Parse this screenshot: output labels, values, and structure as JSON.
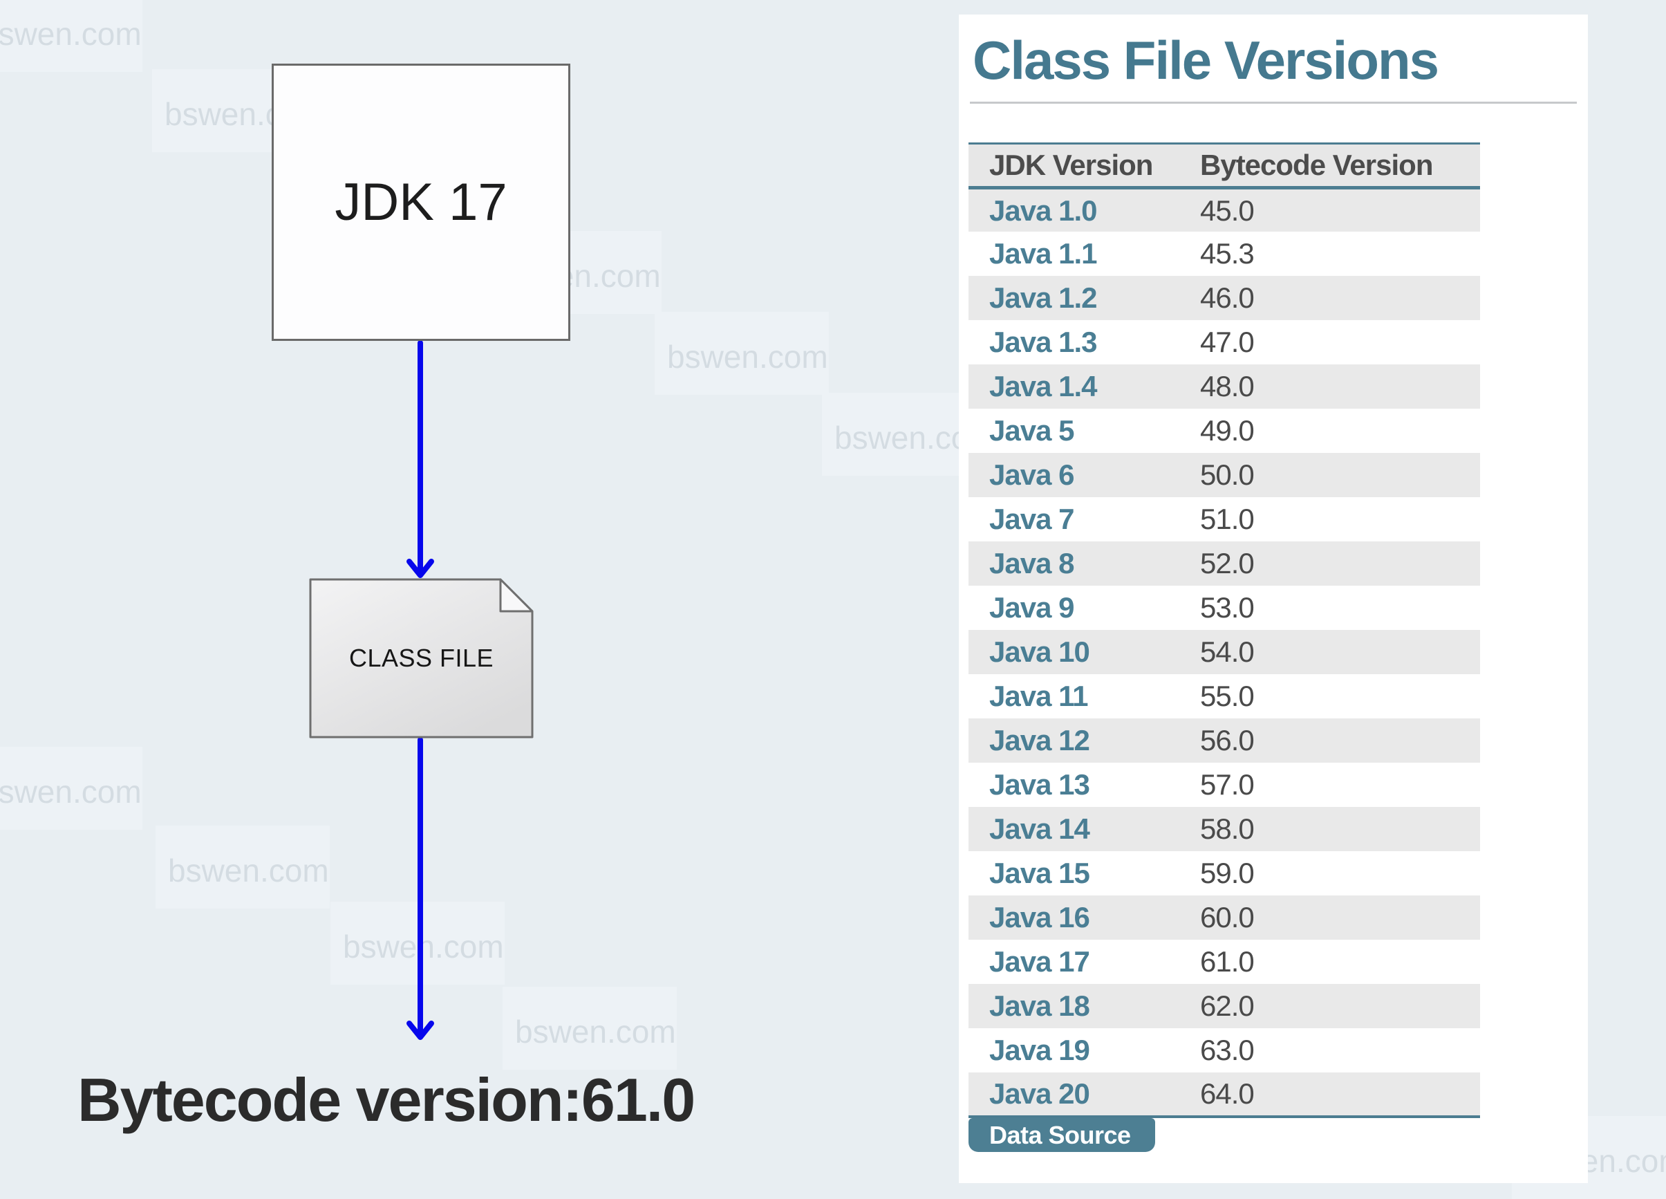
{
  "diagram": {
    "jdk_box_label": "JDK 17",
    "class_file_label": "CLASS FILE",
    "result_label": "Bytecode version:61.0"
  },
  "panel": {
    "title": "Class File Versions",
    "table": {
      "headers": [
        "JDK Version",
        "Bytecode Version"
      ],
      "rows": [
        {
          "jdk": "Java 1.0",
          "bytecode": "45.0"
        },
        {
          "jdk": "Java 1.1",
          "bytecode": "45.3"
        },
        {
          "jdk": "Java 1.2",
          "bytecode": "46.0"
        },
        {
          "jdk": "Java 1.3",
          "bytecode": "47.0"
        },
        {
          "jdk": "Java 1.4",
          "bytecode": "48.0"
        },
        {
          "jdk": "Java 5",
          "bytecode": "49.0"
        },
        {
          "jdk": "Java 6",
          "bytecode": "50.0"
        },
        {
          "jdk": "Java 7",
          "bytecode": "51.0"
        },
        {
          "jdk": "Java 8",
          "bytecode": "52.0"
        },
        {
          "jdk": "Java 9",
          "bytecode": "53.0"
        },
        {
          "jdk": "Java 10",
          "bytecode": "54.0"
        },
        {
          "jdk": "Java 11",
          "bytecode": "55.0"
        },
        {
          "jdk": "Java 12",
          "bytecode": "56.0"
        },
        {
          "jdk": "Java 13",
          "bytecode": "57.0"
        },
        {
          "jdk": "Java 14",
          "bytecode": "58.0"
        },
        {
          "jdk": "Java 15",
          "bytecode": "59.0"
        },
        {
          "jdk": "Java 16",
          "bytecode": "60.0"
        },
        {
          "jdk": "Java 17",
          "bytecode": "61.0"
        },
        {
          "jdk": "Java 18",
          "bytecode": "62.0"
        },
        {
          "jdk": "Java 19",
          "bytecode": "63.0"
        },
        {
          "jdk": "Java 20",
          "bytecode": "64.0"
        }
      ]
    },
    "data_source_label": "Data Source"
  },
  "watermark": {
    "text": "bswen.com"
  },
  "colors": {
    "background": "#e8eef2",
    "panel": "#ffffff",
    "accent_teal": "#45798f",
    "link_teal": "#4a7e94",
    "table_border_teal": "#4c7d91",
    "chip_teal": "#4d7f93",
    "row_alt_gray": "#e9e9e9",
    "header_gray": "#e7e7e7",
    "arrow_blue": "#0707ec",
    "box_border_gray": "#6a6a6a"
  }
}
